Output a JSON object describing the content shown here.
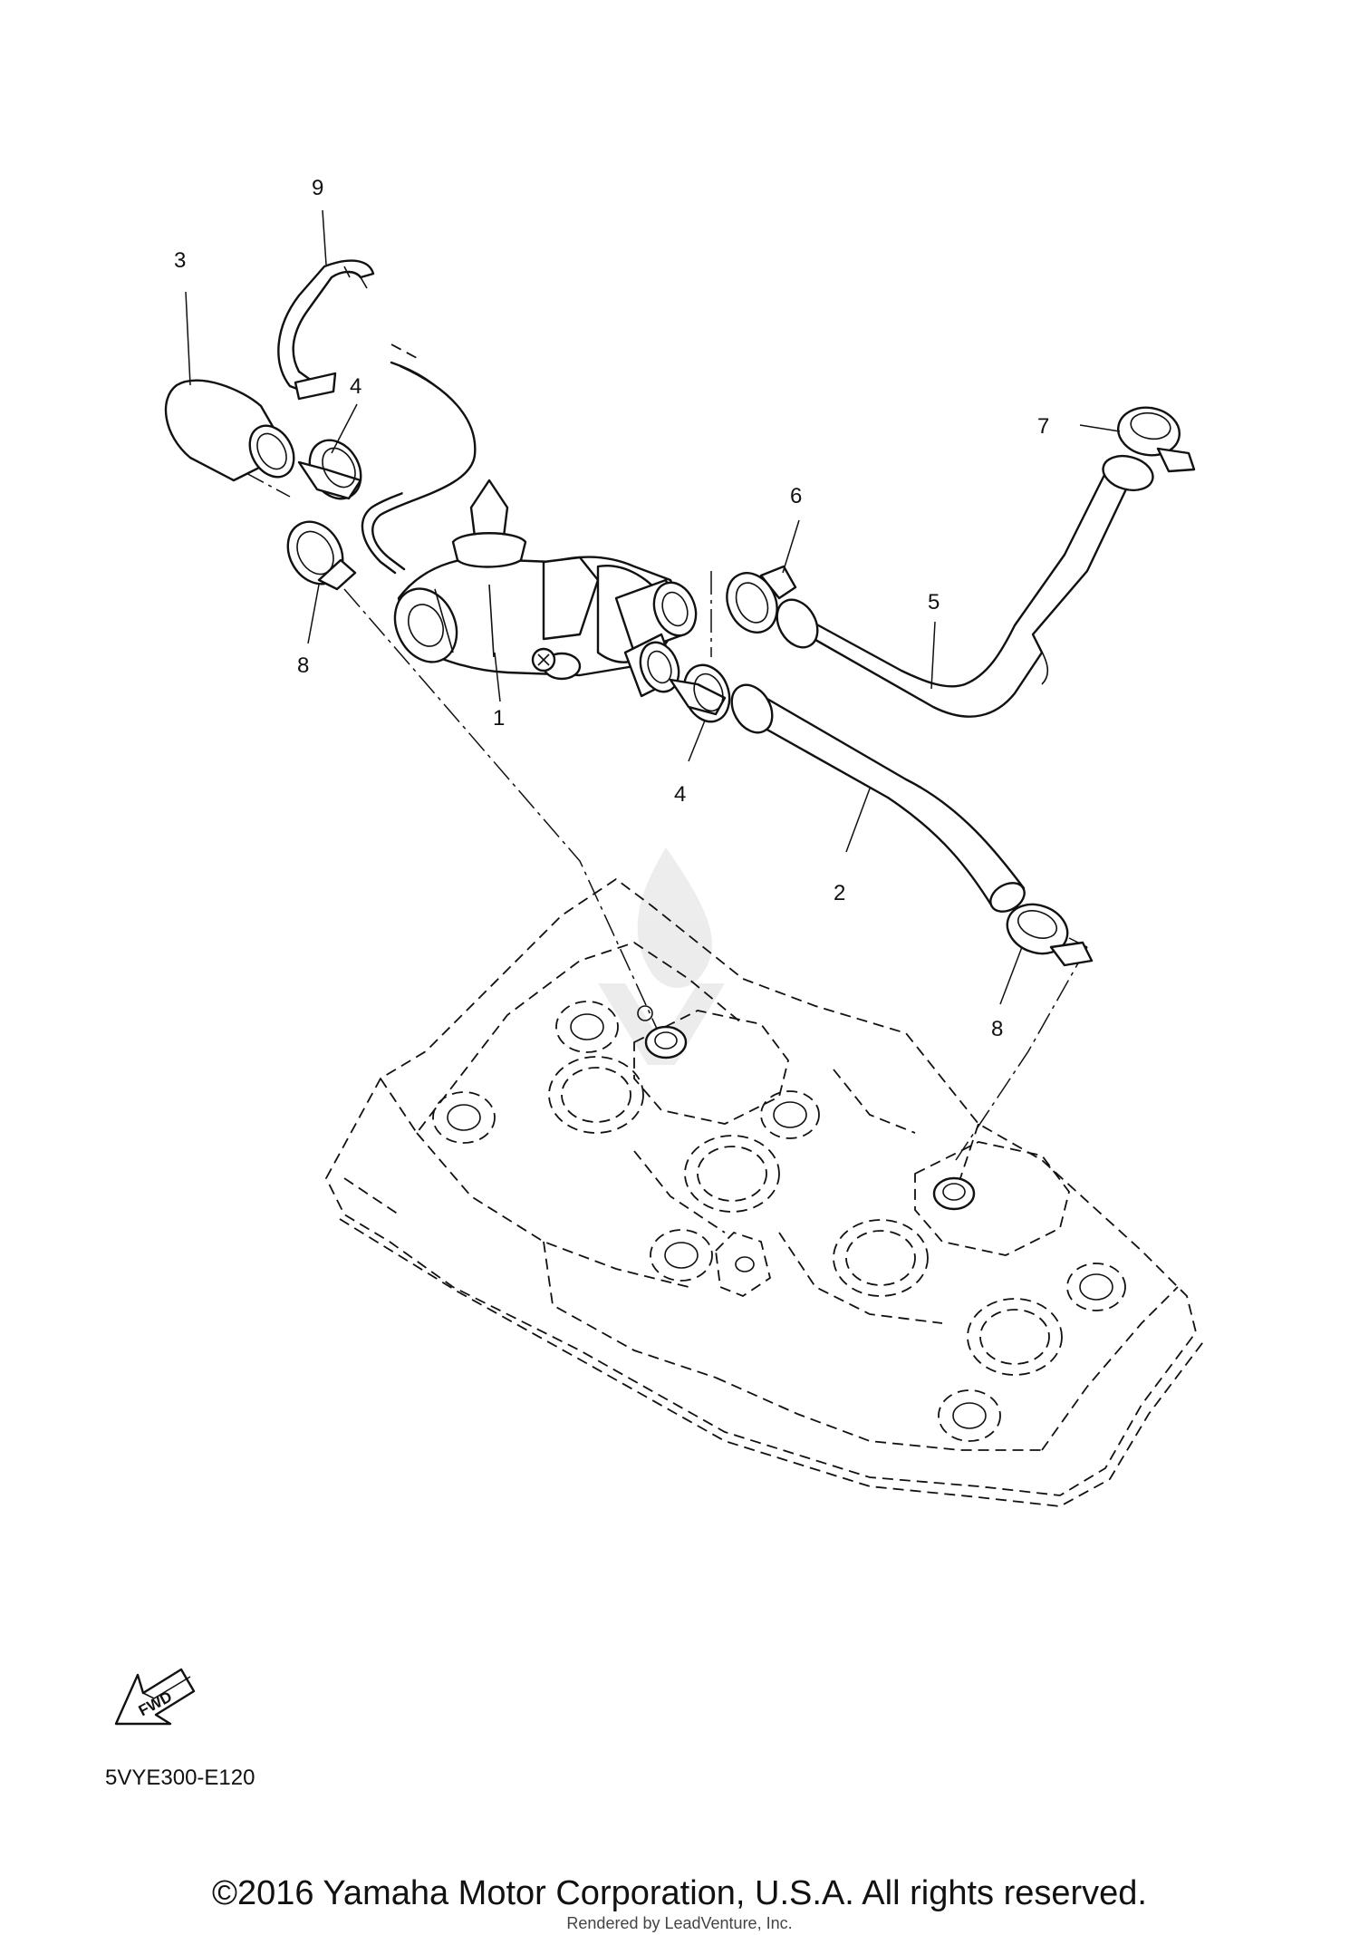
{
  "diagram": {
    "callouts": [
      "9",
      "3",
      "4",
      "7",
      "6",
      "5",
      "8",
      "1",
      "4",
      "2",
      "8"
    ],
    "fwd_label": "FWD",
    "code": "5VYE300-E120"
  },
  "footer": {
    "copyright": "©2016 Yamaha Motor Corporation, U.S.A. All rights reserved.",
    "rendered_by": "Rendered by LeadVenture, Inc."
  },
  "icons": {
    "forward_arrow": "fwd-arrow-icon",
    "watermark": "leadventure-watermark-icon"
  },
  "colors": {
    "line": "#111111",
    "background": "#ffffff",
    "watermark": "#d9d9d9"
  }
}
